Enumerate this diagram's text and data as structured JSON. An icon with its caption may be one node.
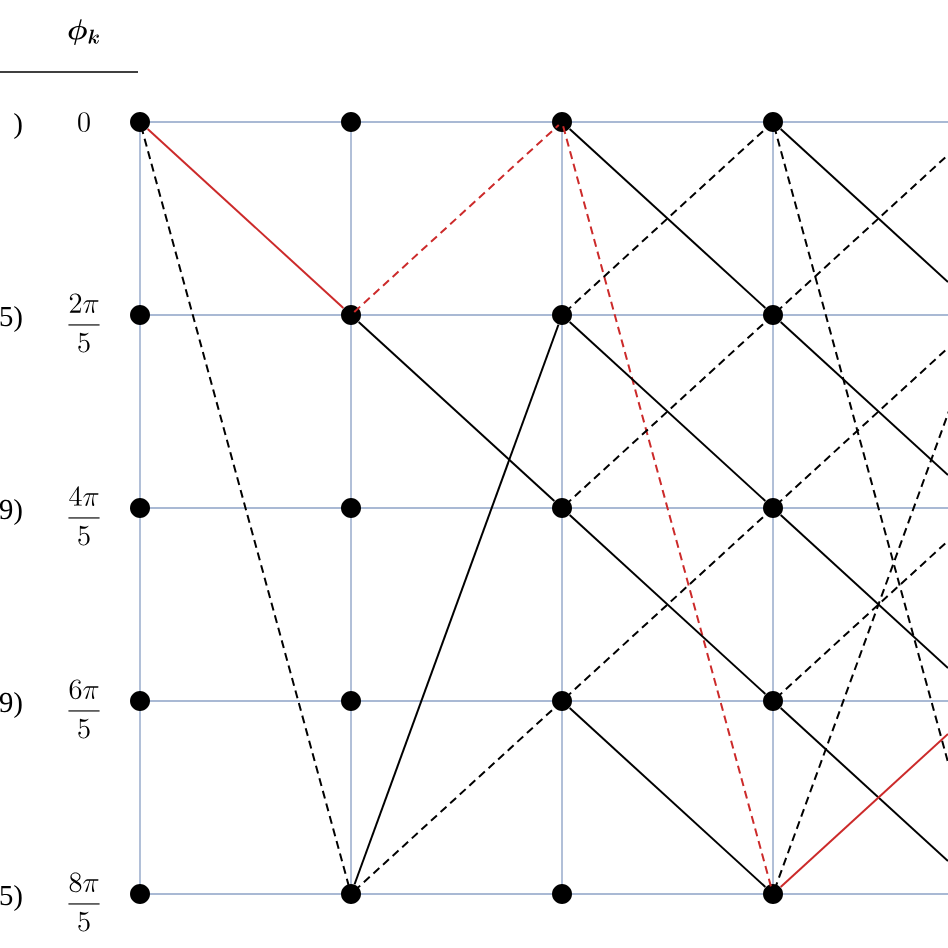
{
  "diagram": {
    "title": "\\boldsymbol{\\phi_k}",
    "nodes": [
      {
        "text": [],
        "shape": "circle"
      },
      {
        "text": [],
        "shape": "circle"
      },
      {
        "text": [],
        "shape": "circle"
      },
      {
        "text": [],
        "shape": "circle"
      },
      {
        "text": [],
        "shape": "circle"
      },
      {
        "text": [],
        "shape": "circle"
      },
      {
        "text": [],
        "shape": "circle"
      },
      {
        "text": [],
        "shape": "circle"
      },
      {
        "text": [],
        "shape": "circle"
      },
      {
        "text": [],
        "shape": "circle"
      },
      {
        "text": [],
        "shape": "circle"
      },
      {
        "text": [],
        "shape": "circle"
      },
      {
        "text": [],
        "shape": "circle"
      },
      {
        "text": [],
        "shape": "circle"
      },
      {
        "text": [],
        "shape": "circle"
      },
      {
        "text": [],
        "shape": "circle"
      },
      {
        "text": [],
        "shape": "circle"
      },
      {
        "text": [],
        "shape": "circle"
      },
      {
        "text": [],
        "shape": "circle"
      },
      {
        "text": [],
        "shape": "circle"
      }
    ],
    "edges": [
      {
        "from": 0,
        "to": 5,
        "arrow": "none",
        "color": "#cc2a2a"
      },
      {
        "from": 0,
        "to": 17,
        "arrow": "none",
        "style": "dashed"
      },
      {
        "from": 5,
        "to": 2,
        "arrow": "none",
        "style": "dashed",
        "color": "#cc2a2a"
      },
      {
        "from": 5,
        "to": 10,
        "arrow": "none"
      },
      {
        "from": 17,
        "to": 6,
        "arrow": "none"
      },
      {
        "from": 17,
        "to": 14,
        "arrow": "none",
        "style": "dashed"
      },
      {
        "from": 2,
        "to": 7,
        "arrow": "none"
      },
      {
        "from": 2,
        "to": 19,
        "arrow": "none",
        "style": "dashed",
        "color": "#cc2a2a"
      },
      {
        "from": 6,
        "to": 3,
        "arrow": "none",
        "style": "dashed"
      },
      {
        "from": 6,
        "to": 11,
        "arrow": "none"
      },
      {
        "from": 10,
        "to": 7,
        "arrow": "none",
        "style": "dashed"
      },
      {
        "from": 10,
        "to": 15,
        "arrow": "none"
      },
      {
        "from": 14,
        "to": 11,
        "arrow": "none",
        "style": "dashed"
      },
      {
        "from": 14,
        "to": 19,
        "arrow": "none"
      },
      {
        "from": 3,
        "to": null,
        "arrow": "none"
      },
      {
        "from": 3,
        "to": null,
        "arrow": "none",
        "style": "dashed"
      },
      {
        "from": 7,
        "to": null,
        "arrow": "none",
        "style": "dashed"
      },
      {
        "from": 7,
        "to": null,
        "arrow": "none"
      },
      {
        "from": 11,
        "to": null,
        "arrow": "none",
        "style": "dashed"
      },
      {
        "from": 11,
        "to": null,
        "arrow": "none"
      },
      {
        "from": 15,
        "to": null,
        "arrow": "none",
        "style": "dashed"
      },
      {
        "from": 15,
        "to": null,
        "arrow": "none"
      },
      {
        "from": 19,
        "to": null,
        "arrow": "none",
        "color": "#cc2a2a"
      },
      {
        "from": 19,
        "to": null,
        "arrow": "none",
        "style": "dashed"
      }
    ],
    "labels": [
      ")",
      "0",
      "5)",
      "\\frac{2\\pi}{5}",
      "9)",
      "\\frac{4\\pi}{5}",
      "9)",
      "\\frac{6\\pi}{5}",
      "5)",
      "\\frac{8\\pi}{5}"
    ]
  }
}
